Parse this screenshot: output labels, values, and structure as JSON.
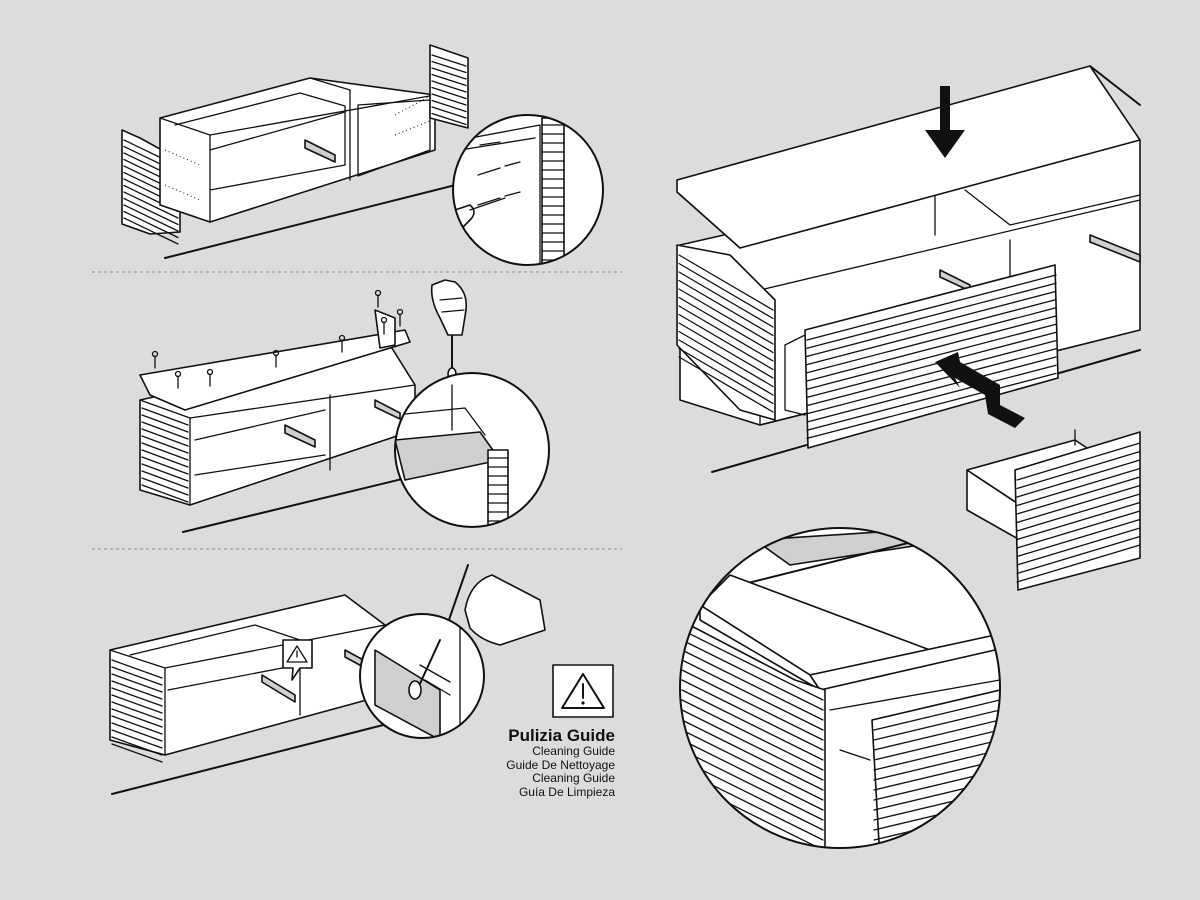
{
  "colors": {
    "background": "#dcdcdc",
    "line": "#111111",
    "panel": "#ffffff",
    "shade": "#cfcfcf",
    "separator": "#888888"
  },
  "icons": {
    "warning": "warning-triangle-icon"
  },
  "guide": {
    "title": "Pulizia Guide",
    "translations": [
      "Cleaning Guide",
      "Guide De Nettoyage",
      "Cleaning Guide",
      "Guía De Limpieza"
    ]
  }
}
